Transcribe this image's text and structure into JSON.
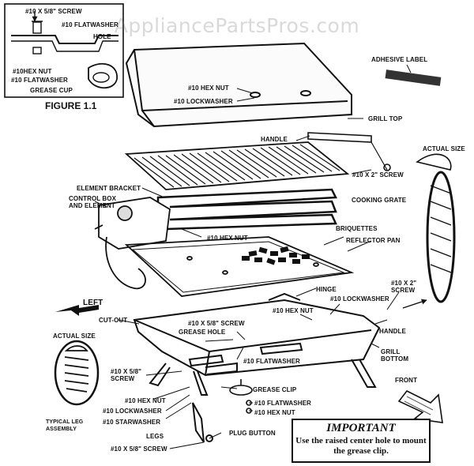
{
  "watermark": "AppliancePartsPros.com",
  "figure_label": "FIGURE 1.1",
  "inset": {
    "screw": "#10 X 5/8\" SCREW",
    "flatwasher_top": "#10 FLATWASHER",
    "hole": "HOLE",
    "hex_nut": "#10HEX NUT",
    "flatwasher": "#10 FLATWASHER",
    "grease_cup": "GREASE CUP"
  },
  "labels": {
    "adhesive_label": "ADHESIVE LABEL",
    "hex_nut_top": "#10 HEX NUT",
    "lockwasher_top": "#10 LOCKWASHER",
    "grill_top": "GRILL TOP",
    "handle_top": "HANDLE",
    "actual_size_right": "ACTUAL SIZE",
    "screw_10x2_top": "#10  X 2\" SCREW",
    "cooking_grate": "COOKING  GRATE",
    "element_bracket": "ELEMENT BRACKET",
    "control_box": "CONTROL BOX\nAND ELEMENT",
    "hex_nut_mid": "#10 HEX NUT",
    "briquettes": "BRIQUETTES",
    "reflector_pan": "REFLECTOR PAN",
    "left": "LEFT",
    "hinge": "HINGE",
    "screw_10x2_right": "#10 X 2\"\nSCREW",
    "lockwasher_right": "#10 LOCKWASHER",
    "hex_nut_right": "#10 HEX NUT",
    "handle_right": "HANDLE",
    "cut_out": "CUT-OUT",
    "screw_58_mid": "#10 X 5/8\" SCREW",
    "grease_hole": "GREASE HOLE",
    "actual_size_left": "ACTUAL SIZE",
    "grill_bottom": "GRILL\nBOTTOM",
    "screw_58_left": "#10 X 5/8\"\nSCREW",
    "flatwasher_mid": "#10 FLATWASHER",
    "grease_clip": "GREASE CLIP",
    "front": "FRONT",
    "hex_nut_leg": "#10 HEX NUT",
    "flatwasher_clip": "#10 FLATWASHER",
    "hex_nut_clip": "#10 HEX NUT",
    "lockwasher_leg": "#10 LOCKWASHER",
    "typical_leg": "TYPICAL LEG\nASSEMBLY",
    "starwasher": "#10 STARWASHER",
    "legs": "LEGS",
    "plug_button": "PLUG BUTTON",
    "screw_58_bottom": "#10 X 5/8\" SCREW"
  },
  "important": {
    "title": "IMPORTANT",
    "text": "Use the raised center hole to mount the grease clip."
  }
}
